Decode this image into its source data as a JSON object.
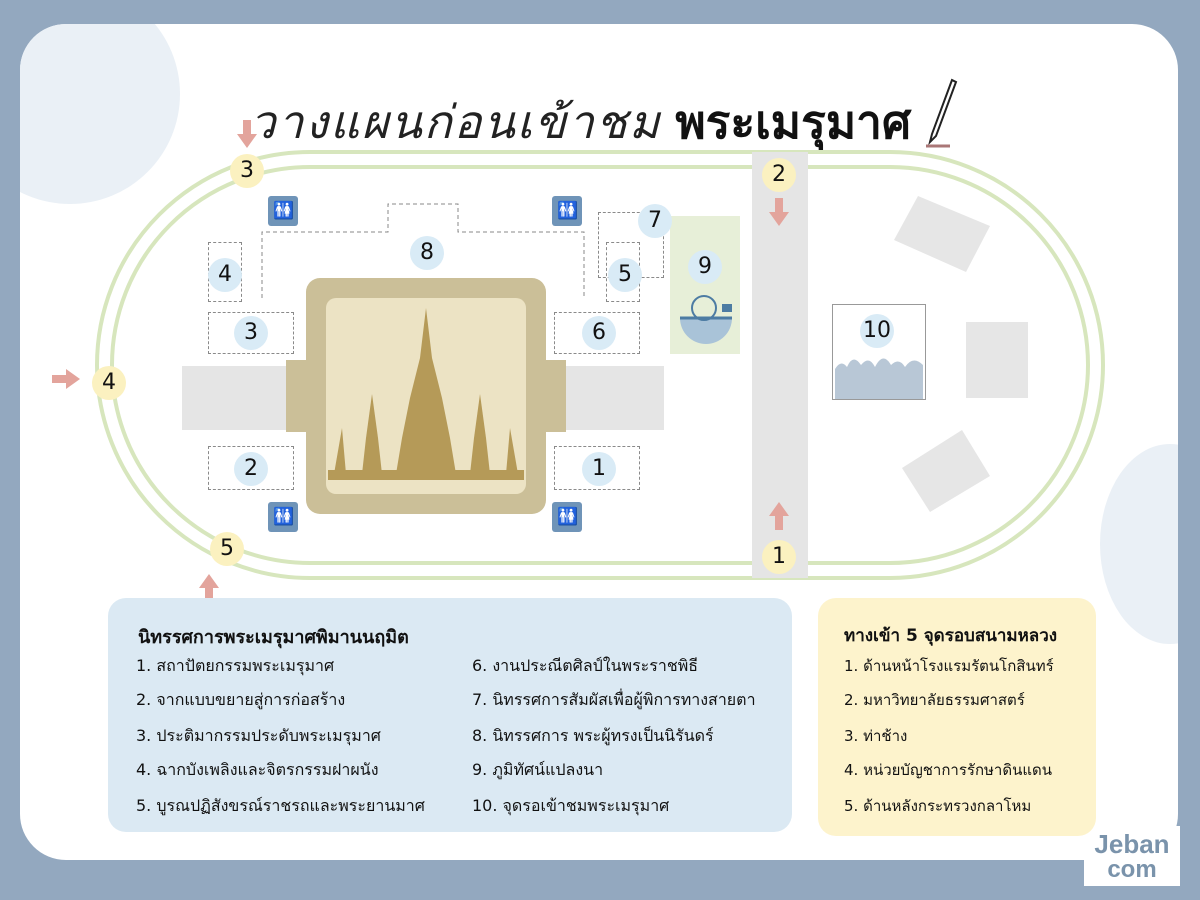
{
  "title": {
    "part1": "วางแผนก่อนเข้าชม",
    "part2": "พระเมรุมาศ"
  },
  "map": {
    "zone_numbers": [
      "1",
      "2",
      "3",
      "4",
      "5",
      "6",
      "7",
      "8",
      "9",
      "10"
    ],
    "gate_numbers": [
      "1",
      "2",
      "3",
      "4",
      "5"
    ],
    "restroom_icon": "restroom-icon"
  },
  "exhibition": {
    "heading": "นิทรรศการพระเมรุมาศพิมานนฤมิต",
    "items": [
      "1. สถาปัตยกรรมพระเมรุมาศ",
      "2. จากแบบขยายสู่การก่อสร้าง",
      "3. ประติมากรรมประดับพระเมรุมาศ",
      "4. ฉากบังเพลิงและจิตรกรรมฝาผนัง",
      "5. บูรณปฏิสังขรณ์ราชรถและพระยานมาศ",
      "6. งานประณีตศิลป์ในพระราชพิธี",
      "7. นิทรรศการสัมผัสเพื่อผู้พิการทางสายตา",
      "8. นิทรรศการ พระผู้ทรงเป็นนิรันดร์",
      "9. ภูมิทัศน์แปลงนา",
      "10. จุดรอเข้าชมพระเมรุมาศ"
    ]
  },
  "entrances": {
    "heading": "ทางเข้า 5 จุดรอบสนามหลวง",
    "items": [
      "1. ด้านหน้าโรงแรมรัตนโกสินทร์",
      "2. มหาวิทยาลัยธรรมศาสตร์",
      "3. ท่าช้าง",
      "4. หน่วยบัญชาการรักษาดินแดน",
      "5. ด้านหลังกระทรวงกลาโหม"
    ]
  },
  "logo": {
    "line1": "Jeban",
    "line2": "com"
  },
  "colors": {
    "bg": "#93a8bf",
    "track": "#d7e6bd",
    "zone_circle": "#d9ebf6",
    "gate_circle": "#fbf1c0",
    "arrow": "#e3a49c",
    "panel_blue": "#dbe9f3",
    "panel_yellow": "#fdf3cc",
    "pavilion": "#cbbf98"
  }
}
